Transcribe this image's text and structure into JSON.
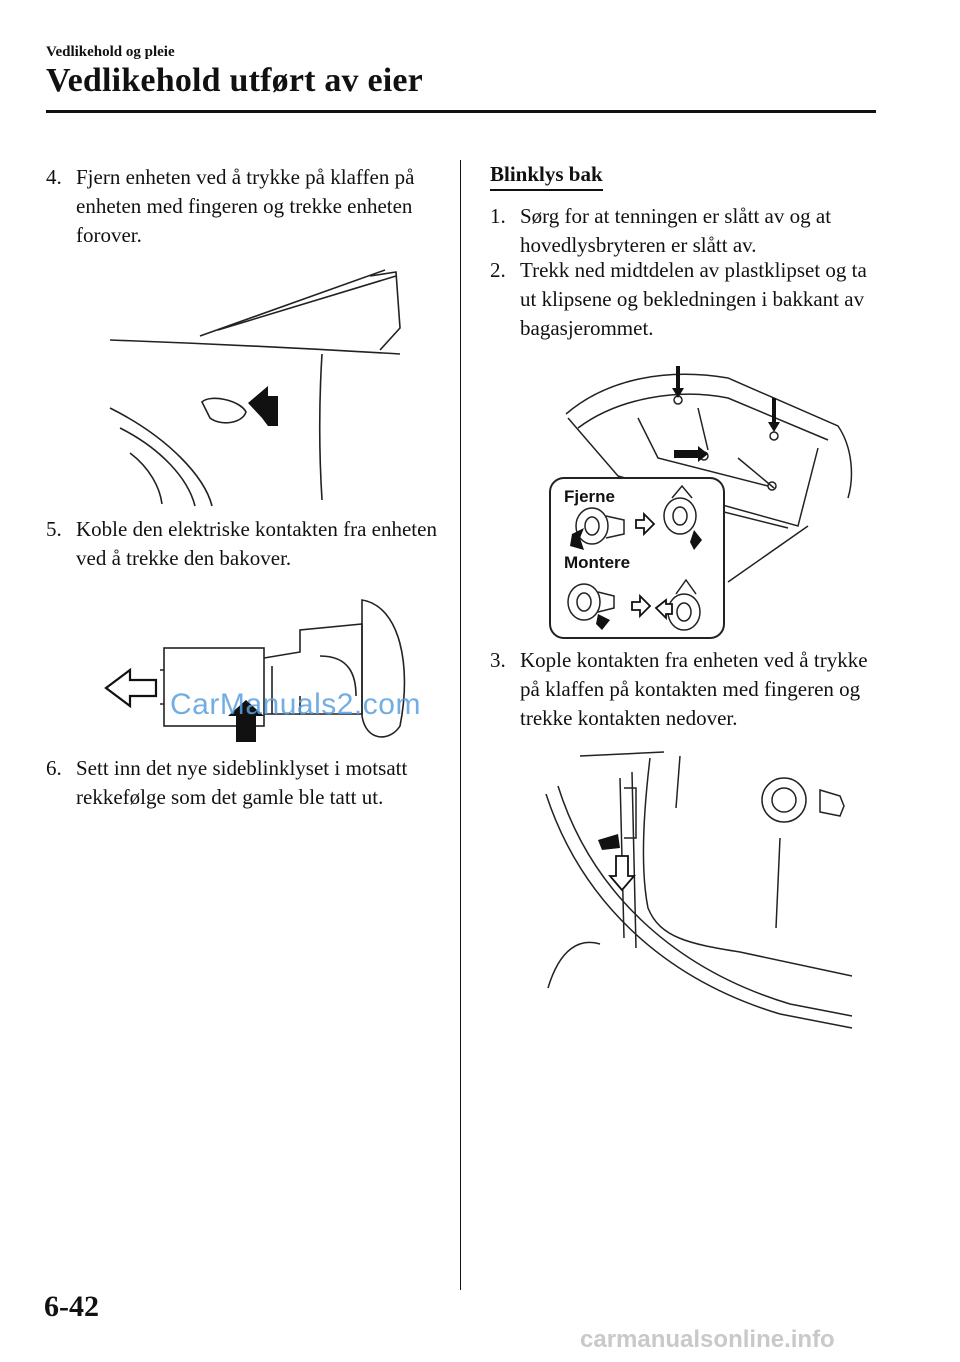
{
  "header": {
    "section": "Vedlikehold og pleie",
    "title": "Vedlikehold utført av eier"
  },
  "left_column": {
    "steps": [
      {
        "num": "4.",
        "text": "Fjern enheten ved å trykke på klaffen på enheten med fingeren og trekke enheten forover."
      },
      {
        "num": "5.",
        "text": "Koble den elektriske kontakten fra enheten ved å trekke den bakover."
      },
      {
        "num": "6.",
        "text": "Sett inn det nye sideblinklyset i motsatt rekkefølge som det gamle ble tatt ut."
      }
    ]
  },
  "right_column": {
    "heading": "Blinklys bak",
    "steps": [
      {
        "num": "1.",
        "text": "Sørg for at tenningen er slått av og at hovedlysbryteren er slått av."
      },
      {
        "num": "2.",
        "text": "Trekk ned midtdelen av plastklipset og ta ut klipsene og bekledningen i bakkant av bagasjerommet."
      },
      {
        "num": "3.",
        "text": "Kople kontakten fra enheten ved å trykke på klaffen på kontakten med fingeren og trekke kontakten nedover."
      }
    ],
    "clip_labels": {
      "remove": "Fjerne",
      "install": "Montere"
    }
  },
  "watermark": "CarManuals2.com",
  "footer": {
    "page_number": "6-42",
    "site": "carmanualsonline.info"
  }
}
